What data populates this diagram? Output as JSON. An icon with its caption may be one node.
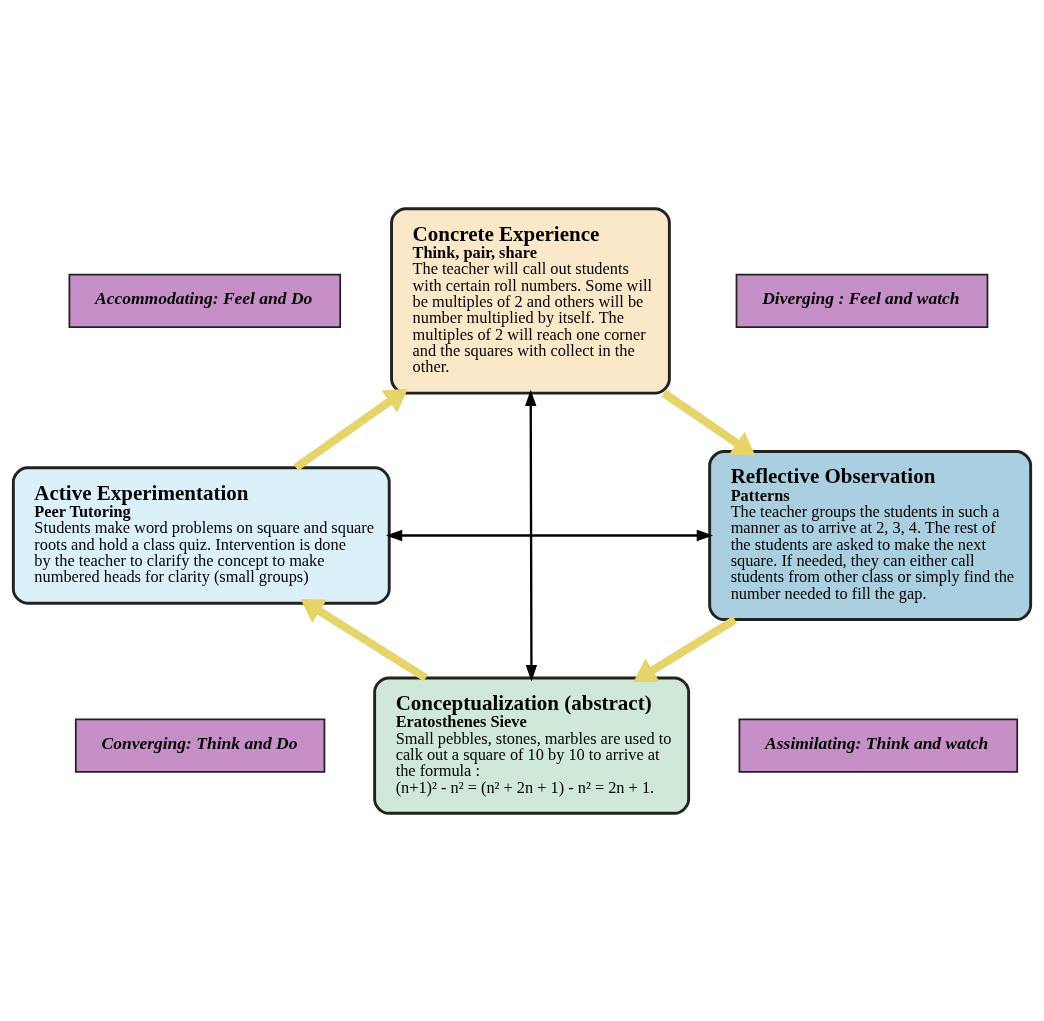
{
  "diagram": {
    "nodes": [
      {
        "text": [
          "Concrete Experience",
          "Think, pair, share",
          "The teacher will call out students with certain roll numbers. Some will be multiples of 2 and others will be number multiplied by itself. The multiples of 2 will reach one corner and the squares with collect in the other."
        ]
      },
      {
        "text": [
          "Reflective Observation",
          "Patterns",
          "The teacher groups the students in such a manner as to arrive at 2, 3, 4. The rest of the students are asked to make the next square. If needed, they can either call students from other class or simply find the number needed to fill the gap."
        ]
      },
      {
        "text": [
          "Conceptualization (abstract)",
          "Eratosthenes Sieve",
          "Small pebbles, stones, marbles are used to calk out a square of 10 by 10 to arrive at the formula :",
          "(n+1)² - n² = (n² + 2n + 1) - n² = 2n + 1."
        ]
      },
      {
        "text": [
          "Active Experimentation",
          "Peer Tutoring",
          "Students make word problems on square and square roots and hold a class quiz. Intervention is done by the teacher to clarify the concept to make numbered heads for clarity (small groups)"
        ]
      },
      {
        "text": [
          "Accommodating: Feel and Do"
        ]
      },
      {
        "text": [
          "Diverging : Feel and watch"
        ]
      },
      {
        "text": [
          "Converging: Think and Do"
        ]
      },
      {
        "text": [
          "Assimilating: Think and watch"
        ]
      }
    ],
    "edges": [
      {
        "from": 0,
        "to": 1,
        "arrow": "to"
      },
      {
        "from": 1,
        "to": 2,
        "arrow": "to"
      },
      {
        "from": 2,
        "to": 3,
        "arrow": "to"
      },
      {
        "from": 3,
        "to": 0,
        "arrow": "to"
      },
      {
        "from": 0,
        "to": 2,
        "arrow": "both",
        "color": "#000000"
      },
      {
        "from": 3,
        "to": 1,
        "arrow": "both",
        "color": "#000000"
      }
    ]
  }
}
